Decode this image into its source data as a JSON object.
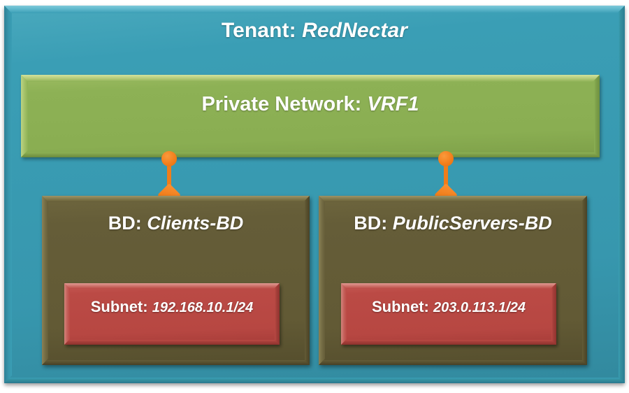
{
  "diagram": {
    "type": "cisco-aci-tenant-hierarchy",
    "colors": {
      "tenant_teal": "#3A9EB5",
      "network_green": "#8DB155",
      "bridge_domain_olive": "#655D38",
      "subnet_red": "#BB4A45",
      "connector_orange": "#F07D1A",
      "text": "#FFFFFF",
      "page_background": "#FFFFFF"
    },
    "tenant": {
      "label": "Tenant: ",
      "value": "RedNectar"
    },
    "private_network": {
      "label": "Private Network: ",
      "value": "VRF1"
    },
    "connectors": [
      {
        "name": "vrf-to-clients-bd",
        "shape": "circle-stem-diamond"
      },
      {
        "name": "vrf-to-publicservers-bd",
        "shape": "circle-stem-diamond"
      }
    ],
    "bridge_domains": [
      {
        "label": "BD: ",
        "value": "Clients-BD",
        "subnet": {
          "label": "Subnet: ",
          "value": "192.168.10.1/24"
        }
      },
      {
        "label": "BD: ",
        "value": "PublicServers-BD",
        "subnet": {
          "label": "Subnet: ",
          "value": "203.0.113.1/24"
        }
      }
    ]
  }
}
